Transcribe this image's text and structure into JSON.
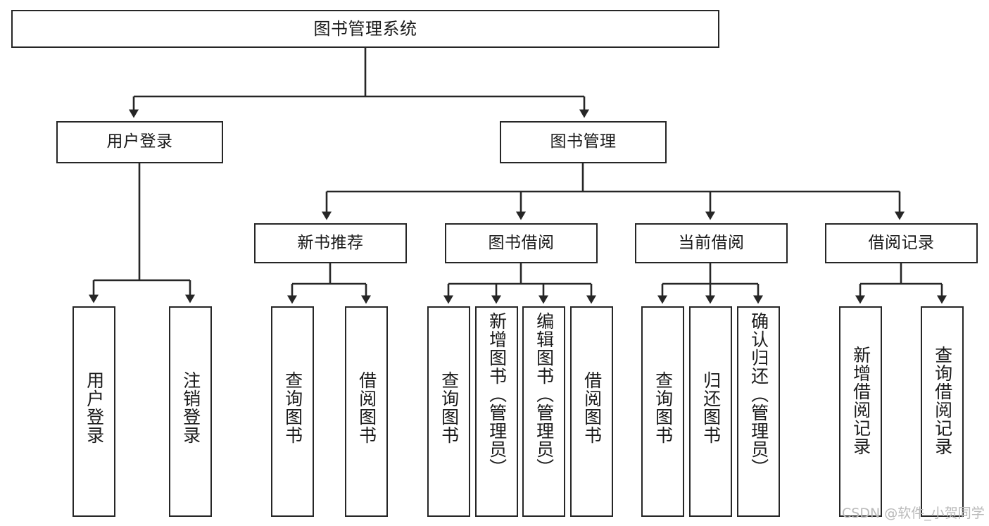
{
  "diagram": {
    "title": "图书管理系统",
    "type": "tree-hierarchy-diagram",
    "watermark": "CSDN @软件_小贺同学",
    "colors": {
      "stroke": "#262626",
      "fill": "#ffffff",
      "text": "#1a1a1a",
      "watermark": "#b9b9b9"
    },
    "nodes": {
      "root": {
        "label": "图书管理系统"
      },
      "level1": [
        {
          "id": "user-login",
          "label": "用户登录"
        },
        {
          "id": "book-management",
          "label": "图书管理"
        }
      ],
      "level2": [
        {
          "id": "new-book-recommend",
          "label": "新书推荐"
        },
        {
          "id": "book-borrow",
          "label": "图书借阅"
        },
        {
          "id": "current-borrow",
          "label": "当前借阅"
        },
        {
          "id": "borrow-record",
          "label": "借阅记录"
        }
      ],
      "leaves": {
        "user-login": [
          {
            "id": "leaf-user-login",
            "label": "用户登录"
          },
          {
            "id": "leaf-logout-login",
            "label": "注销登录"
          }
        ],
        "new-book-recommend": [
          {
            "id": "leaf-query-book-1",
            "label": "查询图书"
          },
          {
            "id": "leaf-borrow-book-1",
            "label": "借阅图书"
          }
        ],
        "book-borrow": [
          {
            "id": "leaf-query-book-2",
            "label": "查询图书"
          },
          {
            "id": "leaf-add-book",
            "label": "新增图书（管理员）"
          },
          {
            "id": "leaf-edit-book",
            "label": "编辑图书（管理员）"
          },
          {
            "id": "leaf-borrow-book-2",
            "label": "借阅图书"
          }
        ],
        "current-borrow": [
          {
            "id": "leaf-query-book-3",
            "label": "查询图书"
          },
          {
            "id": "leaf-return-book",
            "label": "归还图书"
          },
          {
            "id": "leaf-confirm-return",
            "label": "确认归还（管理员）"
          }
        ],
        "borrow-record": [
          {
            "id": "leaf-add-record",
            "label": "新增借阅记录"
          },
          {
            "id": "leaf-query-record",
            "label": "查询借阅记录"
          }
        ]
      }
    }
  }
}
